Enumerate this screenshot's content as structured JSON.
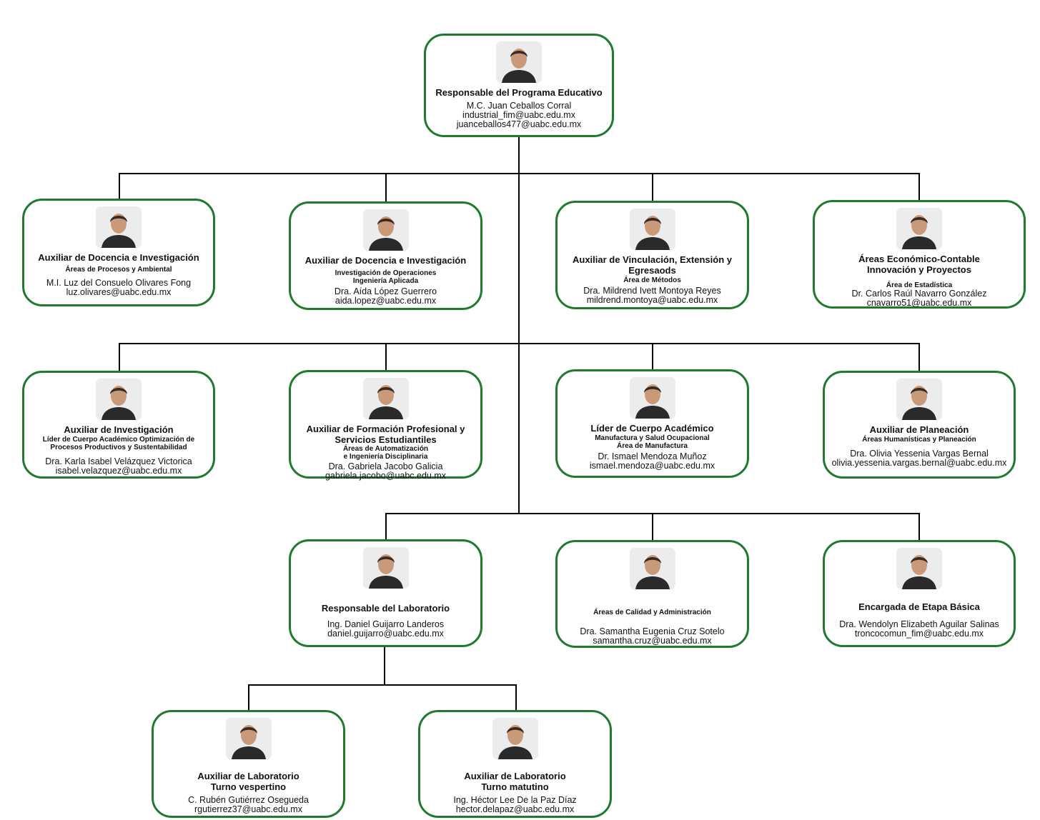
{
  "top": {
    "title": "Responsable del Programa Educativo",
    "name": "M.C. Juan Ceballos Corral",
    "email1": "industrial_fim@uabc.edu.mx",
    "email2": "juanceballos477@uabc.edu.mx"
  },
  "row1": [
    {
      "title": "Auxiliar de Docencia e Investigación",
      "sub": "Áreas de Procesos y Ambiental",
      "name": "M.I. Luz del Consuelo Olivares Fong",
      "email": "luz.olivares@uabc.edu.mx"
    },
    {
      "title": "Auxiliar de Docencia e Investigación",
      "sub1": "Investigación de Operaciones",
      "sub2": "Ingeniería Aplicada",
      "name": "Dra. Aída López Guerrero",
      "email": "aida.lopez@uabc.edu.mx"
    },
    {
      "title1": "Auxiliar de Vinculación, Extensión y",
      "title2": "Egresaods",
      "sub": "Área de Métodos",
      "name": "Dra. Mildrend Ivett Montoya Reyes",
      "email": "mildrend.montoya@uabc.edu.mx"
    },
    {
      "title1": "Áreas Económico-Contable",
      "title2": "Innovación y Proyectos",
      "sub": "Área de Estadística",
      "name": "Dr. Carlos Raúl Navarro González",
      "email": "cnavarro51@uabc.edu.mx"
    }
  ],
  "row2": [
    {
      "title": "Auxiliar de Investigación",
      "sub1": "Líder de Cuerpo Académico Optimización de",
      "sub2": "Procesos Productivos y Sustentabilidad",
      "name": "Dra. Karla Isabel Velázquez Victorica",
      "email": "isabel.velazquez@uabc.edu.mx"
    },
    {
      "title1": "Auxiliar de Formación Profesional y",
      "title2": "Servicios Estudiantiles",
      "sub1": "Áreas de Automatización",
      "sub2": "e Ingeniería Disciplinaria",
      "name": "Dra. Gabriela Jacobo Galicia",
      "email": "gabriela.jacobo@uabc.edu.mx"
    },
    {
      "title": "Líder de Cuerpo Académico",
      "sub1": "Manufactura y Salud Ocupacional",
      "sub2": "Área de  Manufactura",
      "name": "Dr. Ismael Mendoza Muñoz",
      "email": "ismael.mendoza@uabc.edu.mx"
    },
    {
      "title": "Auxiliar de Planeación",
      "sub": "Áreas Humanísticas y Planeación",
      "name": "Dra. Olivia Yessenia Vargas Bernal",
      "email": "olivia.yessenia.vargas.bernal@uabc.edu.mx"
    }
  ],
  "row3": [
    {
      "title": "Responsable del Laboratorio",
      "name": "Ing. Daniel Guijarro Landeros",
      "email": "daniel.guijarro@uabc.edu.mx"
    },
    {
      "sub": "Áreas de Calidad y Administración",
      "name": "Dra. Samantha Eugenia Cruz Sotelo",
      "email": "samantha.cruz@uabc.edu.mx"
    },
    {
      "title": "Encargada de Etapa Básica",
      "name": "Dra. Wendolyn Elizabeth Aguilar Salinas",
      "email": "troncocomun_fim@uabc.edu.mx"
    }
  ],
  "row4": [
    {
      "title1": "Auxiliar de Laboratorio",
      "title2": "Turno vespertino",
      "name": "C. Rubén Gutiérrez Osegueda",
      "email": "rgutierrez37@uabc.edu.mx"
    },
    {
      "title1": "Auxiliar de Laboratorio",
      "title2": "Turno matutino",
      "name": "Ing. Héctor Lee De la Paz Díaz",
      "email": "hector.delapaz@uabc.edu.mx"
    }
  ],
  "colors": {
    "border": "#1f7a2c",
    "connector": "#000000"
  }
}
